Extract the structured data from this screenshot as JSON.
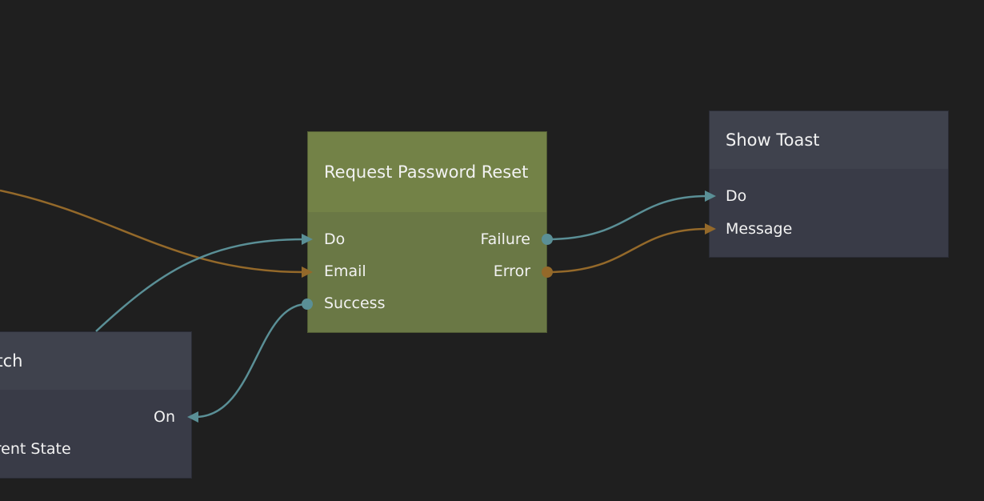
{
  "colors": {
    "background": "#1f1f1f",
    "signal": "#5a8f96",
    "data": "#94692a",
    "function_node": "#738247",
    "ui_node": "#3f424d"
  },
  "nodes": {
    "switch": {
      "title": "Switch",
      "visible_title": "tch",
      "outputs": [
        "On"
      ],
      "inputs": [
        "Current State"
      ],
      "visible_inputs": [
        "rrent State"
      ]
    },
    "request_password_reset": {
      "title": "Request Password Reset",
      "inputs": [
        "Do",
        "Email"
      ],
      "outputs": [
        "Failure",
        "Error",
        "Success"
      ]
    },
    "show_toast": {
      "title": "Show Toast",
      "inputs": [
        "Do",
        "Message"
      ]
    }
  }
}
